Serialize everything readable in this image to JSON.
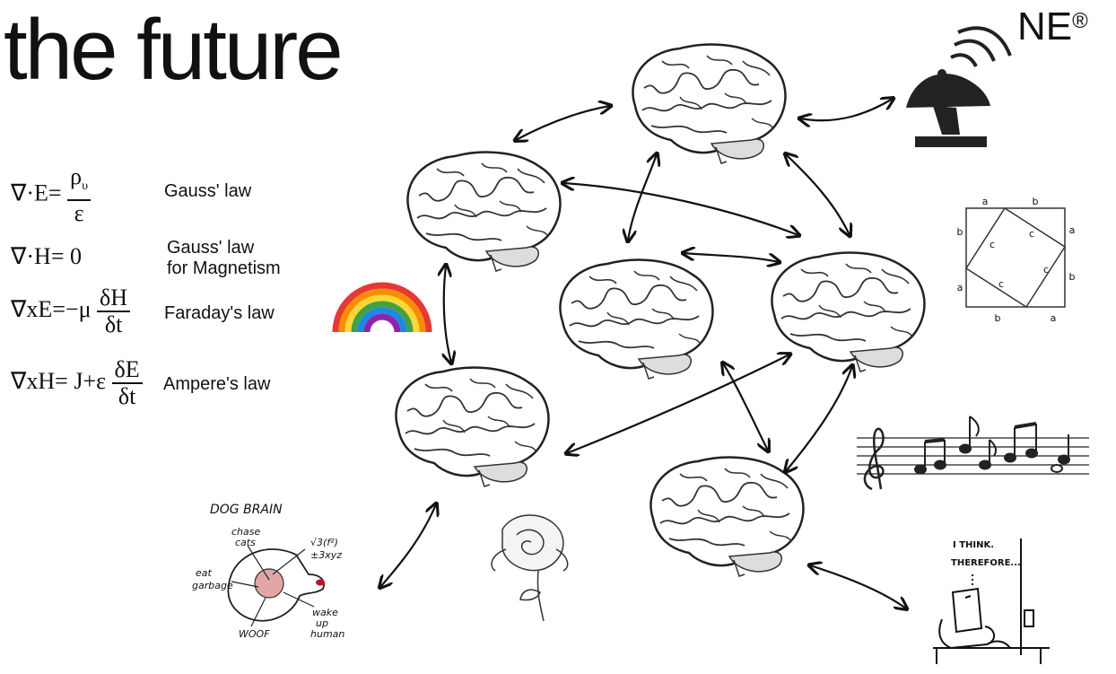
{
  "title": "the future",
  "logo": {
    "text": "NE",
    "mark": "®"
  },
  "equations": [
    {
      "lhs": "∇·E=",
      "num": "ρ",
      "num_sub": "υ",
      "den": "ε",
      "law": "Gauss' law"
    },
    {
      "lhs": "∇·H= 0",
      "law_line1": "Gauss' law",
      "law_line2": "for Magnetism"
    },
    {
      "lhs": "∇xE=−μ",
      "num": "δH",
      "den": "δt",
      "law": "Faraday's law"
    },
    {
      "lhs": "∇xH= J+ε",
      "num": "δE",
      "den": "δt",
      "law": "Ampere's law"
    }
  ],
  "pythagoras": {
    "top": [
      "a",
      "b"
    ],
    "left": [
      "b",
      "a"
    ],
    "right": [
      "a",
      "b"
    ],
    "bottom": [
      "b",
      "a"
    ],
    "inner": [
      "c",
      "c",
      "c",
      "c"
    ]
  },
  "dog_brain": {
    "title": "DOG BRAIN",
    "labels": [
      "chase",
      "cats",
      "eat",
      "garbage",
      "√3(f²)",
      "±3xyz",
      "wake",
      "up",
      "human",
      "WOOF"
    ]
  },
  "cartoon": {
    "line1": "I THINK.",
    "line2": "THEREFORE..."
  },
  "icons": [
    "satellite-dish-icon",
    "rainbow-icon",
    "rose-icon",
    "music-staff-icon",
    "brain-icon",
    "computer-icon"
  ]
}
